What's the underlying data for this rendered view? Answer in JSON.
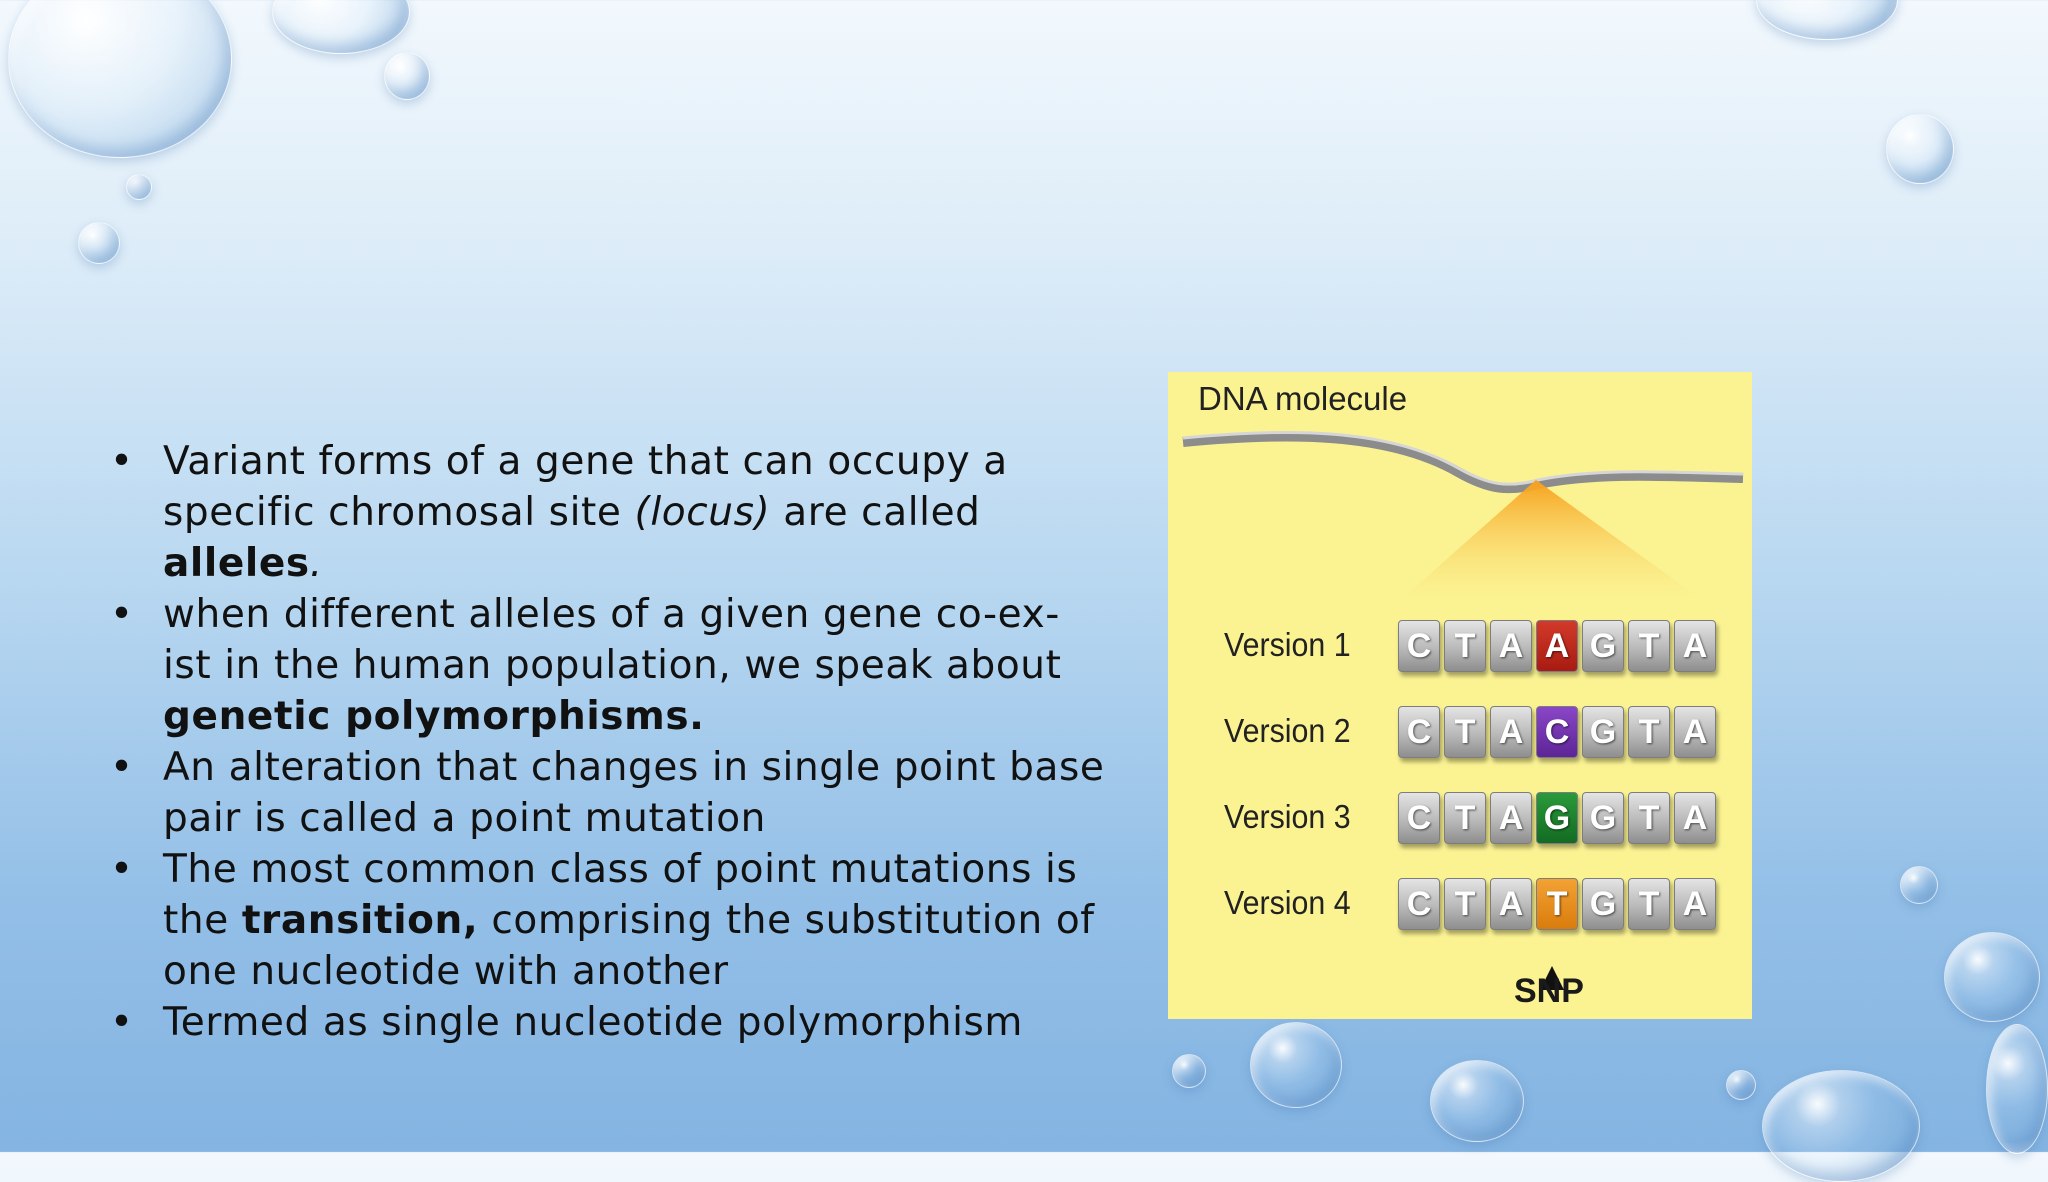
{
  "bullets": [
    {
      "parts": [
        {
          "t": "Variant forms of a gene that can occupy a specific chromosal site "
        },
        {
          "t": "(locus)",
          "style": "i"
        },
        {
          "t": " are called "
        },
        {
          "t": "alleles",
          "style": "b"
        },
        {
          "t": ".",
          "style": "i"
        }
      ]
    },
    {
      "parts": [
        {
          "t": "when different alleles of a given gene co-ex-ist in the human population, we speak about "
        },
        {
          "t": "genetic polymorphisms.",
          "style": "b"
        }
      ]
    },
    {
      "parts": [
        {
          "t": "An alteration that changes in single point base pair is called a point mutation"
        }
      ]
    },
    {
      "parts": [
        {
          "t": "The most common class of point mutations is the "
        },
        {
          "t": "transition,",
          "style": "b"
        },
        {
          "t": " comprising the substitution of one nucleotide with another"
        }
      ]
    },
    {
      "parts": [
        {
          "t": "Termed as single nucleotide polymorphism"
        }
      ]
    }
  ],
  "figure": {
    "molecule_label": "DNA molecule",
    "snp_label": "SNP",
    "versions": [
      {
        "label": "Version 1",
        "bases": [
          "C",
          "T",
          "A",
          "A",
          "G",
          "T",
          "A"
        ],
        "highlight": 3,
        "color": "red"
      },
      {
        "label": "Version 2",
        "bases": [
          "C",
          "T",
          "A",
          "C",
          "G",
          "T",
          "A"
        ],
        "highlight": 3,
        "color": "purple"
      },
      {
        "label": "Version 3",
        "bases": [
          "C",
          "T",
          "A",
          "G",
          "G",
          "T",
          "A"
        ],
        "highlight": 3,
        "color": "green"
      },
      {
        "label": "Version 4",
        "bases": [
          "C",
          "T",
          "A",
          "T",
          "G",
          "T",
          "A"
        ],
        "highlight": 3,
        "color": "orange"
      }
    ],
    "colors": {
      "background": "#fbf392",
      "red": "#a81b12",
      "purple": "#5d2595",
      "green": "#136b22",
      "orange": "#d97c0c"
    }
  },
  "bullet_symbol": "•"
}
